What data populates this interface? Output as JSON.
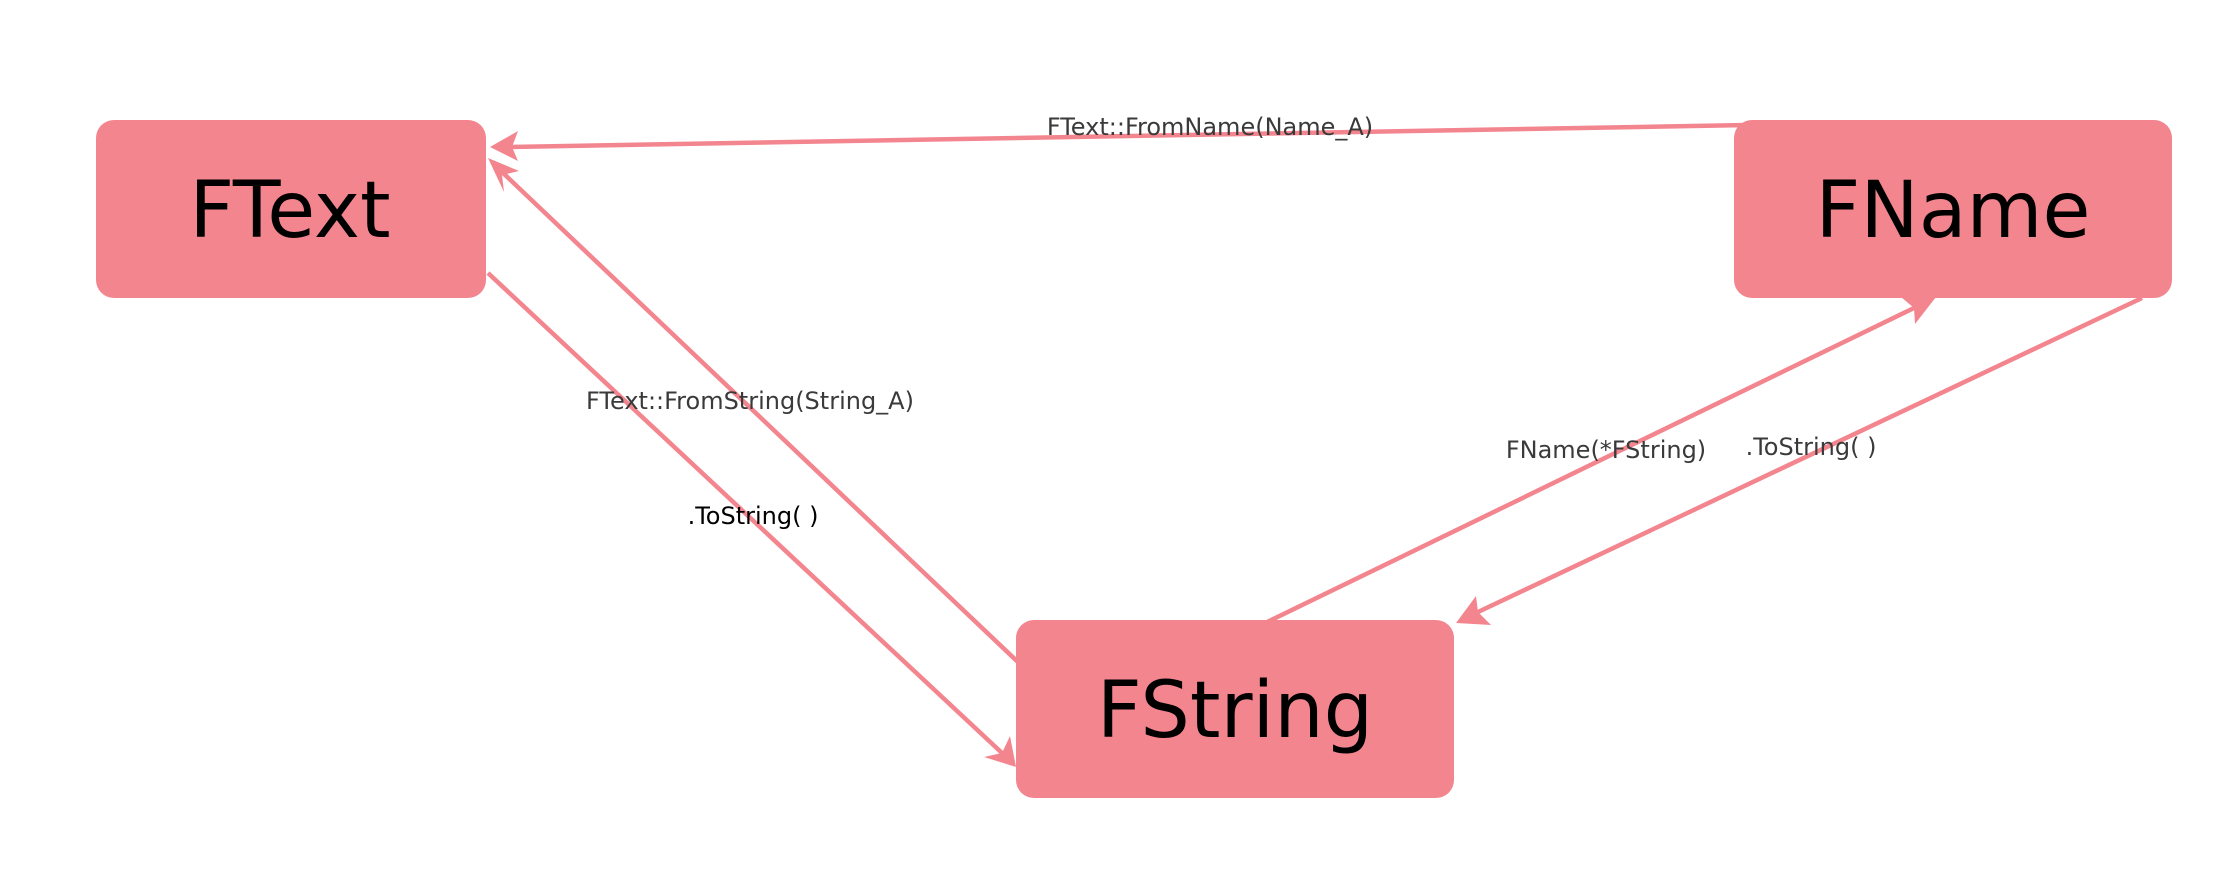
{
  "nodes": {
    "ftext": {
      "label": "FText"
    },
    "fname": {
      "label": "FName"
    },
    "fstring": {
      "label": "FString"
    }
  },
  "edges": {
    "fname_to_ftext": {
      "label": "FText::FromName(Name_A)"
    },
    "fstring_to_ftext": {
      "label": "FText::FromString(String_A)"
    },
    "ftext_to_fstring": {
      "label": ".ToString( )"
    },
    "fstring_to_fname": {
      "label": "FName(*FString)"
    },
    "fname_to_fstring": {
      "label": ".ToString( )"
    }
  },
  "colors": {
    "node_fill": "#f3858f",
    "edge": "#f3858f",
    "label_text": "#3a3a3a",
    "node_text": "#000000"
  }
}
